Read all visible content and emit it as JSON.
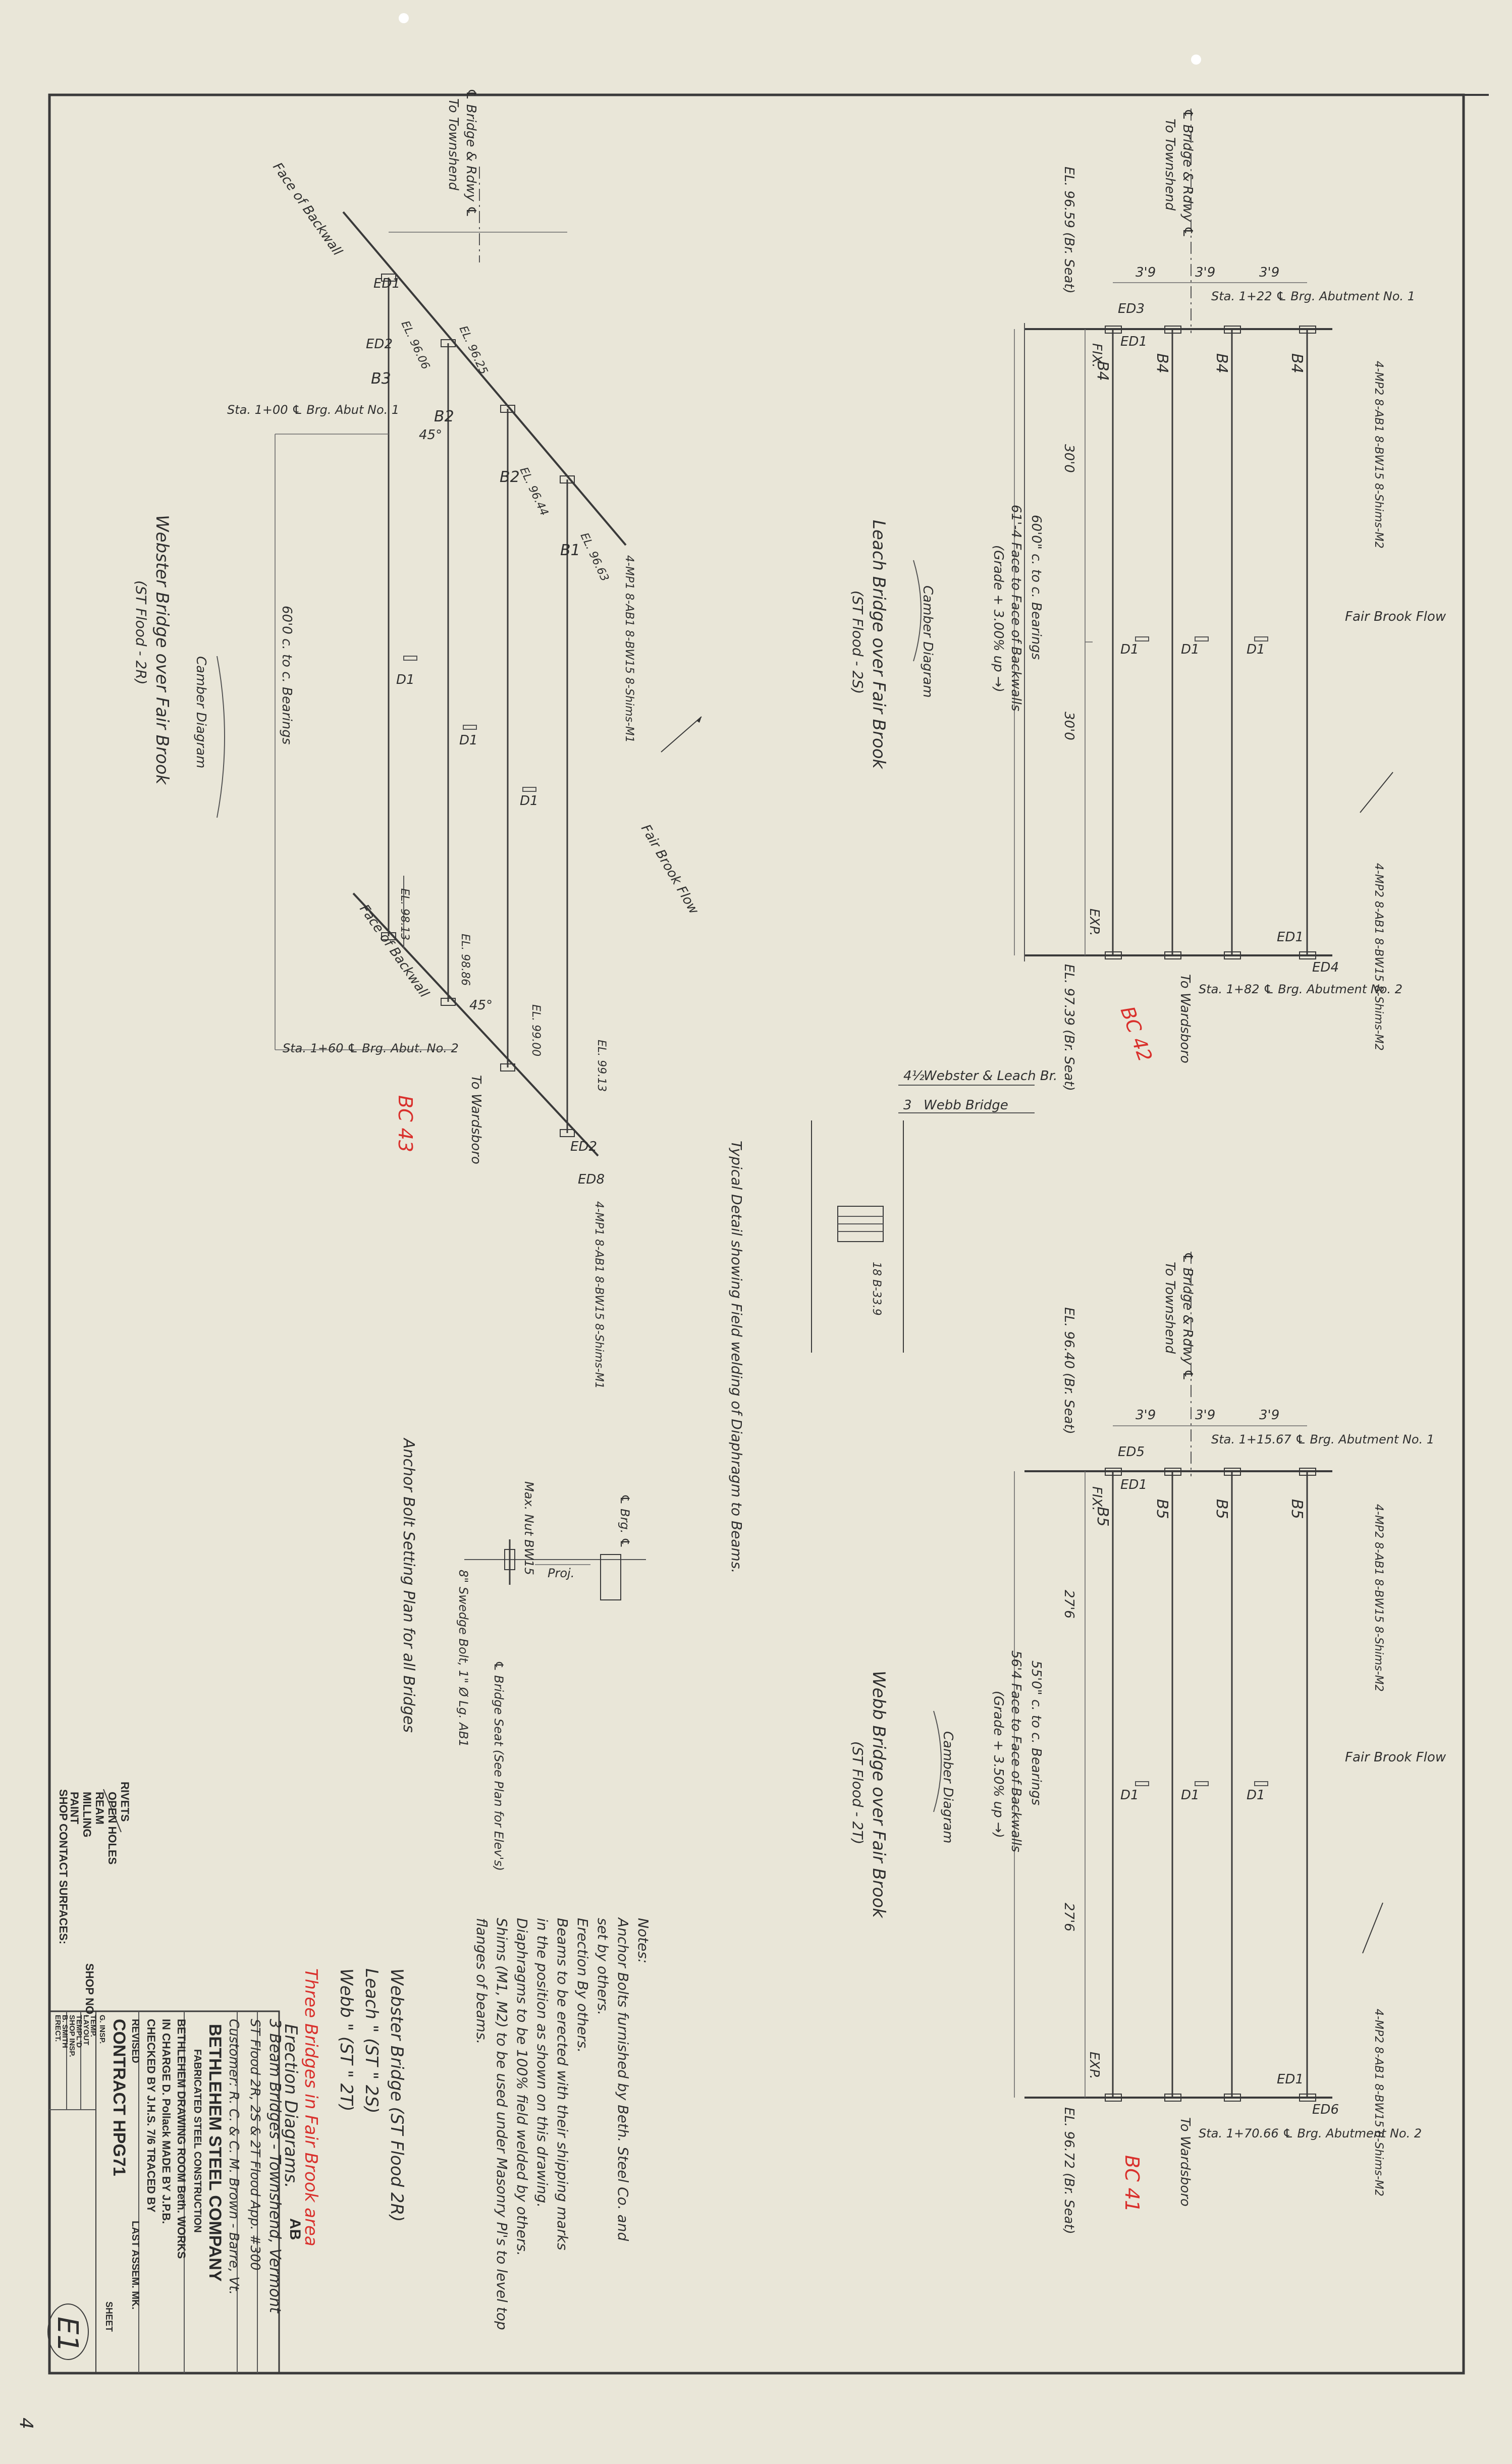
{
  "colors": {
    "paper": "#e9e6d8",
    "ink": "#2f2f2f",
    "red_ink": "#d9302c"
  },
  "leach": {
    "title": "Leach Bridge over Fair Brook",
    "subtitle": "(ST Flood - 2S)",
    "el_top": "EL. 96.59 (Br. Seat)",
    "el_bot": "EL. 97.39 (Br. Seat)",
    "centerline": "℄ Bridge & Rdwy ℄",
    "to_townshend": "To Townshend",
    "to_wardsboro": "To Wardsboro",
    "sta1": "Sta. 1+22 ℄ Brg. Abutment No. 1",
    "sta2": "Sta. 1+82 ℄ Brg. Abutment No. 2",
    "span_dim": "60'0\" c. to c. Bearings",
    "face_dim": "61'-4 Face to Face of Backwalls",
    "grade": "(Grade + 3.00% up →)",
    "half1": "30'0",
    "half2": "30'0",
    "spacing": "3'9",
    "beam": "B4",
    "diaph": "D1",
    "ed_top1": "ED3",
    "ed_top2": "ED1",
    "ed_bot1": "ED1",
    "ed_bot2": "ED4",
    "fix": "FIX.",
    "exp": "EXP.",
    "shims_top": "4-MP2 8-AB1 8-BW15 8-Shims-M2",
    "shims_bot": "4-MP2 8-AB1 8-BW15 8-Shims-M2",
    "flow": "Fair Brook Flow",
    "camber": "Camber Diagram",
    "bc": "BC 42"
  },
  "webster": {
    "title": "Webster Bridge over Fair Brook",
    "subtitle": "(ST Flood - 2R)",
    "centerline": "℄ Bridge & Rdwy ℄",
    "to_townshend": "To Townshend",
    "to_wardsboro": "To Wardsboro",
    "face_backwall": "Face of Backwall",
    "sta1": "Sta. 1+00 ℄ Brg. Abut No. 1",
    "sta2": "Sta. 1+60 ℄ Brg. Abut. No. 2",
    "span_dim": "60'0 c. to c. Bearings",
    "beams": [
      "B3",
      "B2",
      "B2",
      "B1"
    ],
    "diaph": "D1",
    "ed": [
      "ED1",
      "ED2",
      "ED2",
      "ED8"
    ],
    "els_top": [
      "EL. 96.06",
      "EL. 96.25",
      "EL. 96.44",
      "EL. 96.63"
    ],
    "els_bot": [
      "EL. 98.13",
      "EL. 98.86",
      "EL. 99.00",
      "EL. 99.13"
    ],
    "angle": "45°",
    "flow": "Fair Brook Flow",
    "camber": "Camber Diagram",
    "shims": "4-MP1 8-AB1 8-BW15 8-Shims-M1",
    "bc": "BC 43"
  },
  "webb": {
    "title": "Webb Bridge over Fair Brook",
    "subtitle": "(ST Flood - 2T)",
    "el_top": "EL. 96.40 (Br. Seat)",
    "el_bot": "EL. 96.72 (Br. Seat)",
    "centerline": "℄ Bridge & Rdwy ℄",
    "to_townshend": "To Townshend",
    "to_wardsboro": "To Wardsboro",
    "sta1": "Sta. 1+15.67 ℄ Brg. Abutment No. 1",
    "sta2": "Sta. 1+70.66 ℄ Brg. Abutment No. 2",
    "span_dim": "55'0\" c. to c. Bearings",
    "face_dim": "56'4 Face to Face of Backwalls",
    "grade": "(Grade + 3.50% up →)",
    "half1": "27'6",
    "half2": "27'6",
    "spacing": "3'9",
    "beam": "B5",
    "diaph": "D1",
    "ed_top1": "ED5",
    "ed_top2": "ED1",
    "ed_bot1": "ED1",
    "ed_bot2": "ED6",
    "fix": "FIX.",
    "exp": "EXP.",
    "shims": "4-MP2 8-AB1 8-BW15 8-Shims-M2",
    "flow": "Fair Brook Flow",
    "camber": "Camber Diagram",
    "bc": "BC 41"
  },
  "detail": {
    "title": "Typical Detail showing Field welding of Diaphragm to Beams.",
    "label1": "Webster & Leach Br.",
    "label2": "Webb Bridge",
    "dim1": "4½",
    "dim2": "3",
    "member": "18 B-33.9"
  },
  "anchor": {
    "title": "Anchor Bolt Setting Plan for all Bridges",
    "l1": "Max. Nut BW15",
    "l2": "8\" Swedge Bolt, 1\" Ø Lg. AB1",
    "l3": "℄ Bridge Seat (See Plan for Elev's)",
    "l4": "℄ Brg. ℄",
    "l5": "Proj."
  },
  "notes": {
    "heading": "Notes:",
    "lines": [
      "Anchor Bolts furnished by Beth. Steel Co. and",
      "set by others.",
      "Erection By others.",
      "Beams to be erected with their shipping marks",
      "in the position as shown on this drawing.",
      "Diaphragms to be 100% field welded by others.",
      "Shims (M1, M2) to be used under Masonry Pl's to level top",
      "flanges of beams."
    ]
  },
  "bridge_list": [
    "Webster Bridge (ST Flood 2R)",
    "Leach \" (ST \" 2S)",
    "Webb \" (ST \" 2T)"
  ],
  "red_note": "Three Bridges in Fair Brook area",
  "erection": "Erection Diagrams.",
  "ab": "AB",
  "shop": {
    "legend": [
      "RIVETS",
      "OPEN HOLES",
      "REAM",
      "MILLING",
      "PAINT"
    ],
    "contact": "SHOP CONTACT SURFACES:",
    "shop_no": "SHOP NO.",
    "rows": [
      "TEMP.",
      "LAYOUT",
      "TEMPL'D",
      "SHOP INSP.",
      "B. SMITH",
      "ERECT.",
      "G. INSP."
    ]
  },
  "title_block": {
    "project": "3 Beam Bridges - Townshend, Vermont",
    "job": "ST Flood 2R, 2S & 2T   Flood App. #300",
    "customer": "Customer: R. C. & C. M. Brown - Barre, Vt.",
    "company": "BETHLEHEM STEEL COMPANY",
    "division": "FABRICATED STEEL CONSTRUCTION",
    "room": "BETHLEHEM DRAWING ROOM   Beth.   WORKS",
    "in_charge": "IN CHARGE  D. Pollack   MADE BY  J.P.B.",
    "checked": "CHECKED BY  J.H.S. 7/6   TRACED BY",
    "revised": "REVISED",
    "last_assem": "LAST ASSEM. MK.",
    "contract": "CONTRACT  HPG71",
    "sheet_label": "SHEET",
    "sheet": "E1"
  },
  "margin_mark": "4"
}
